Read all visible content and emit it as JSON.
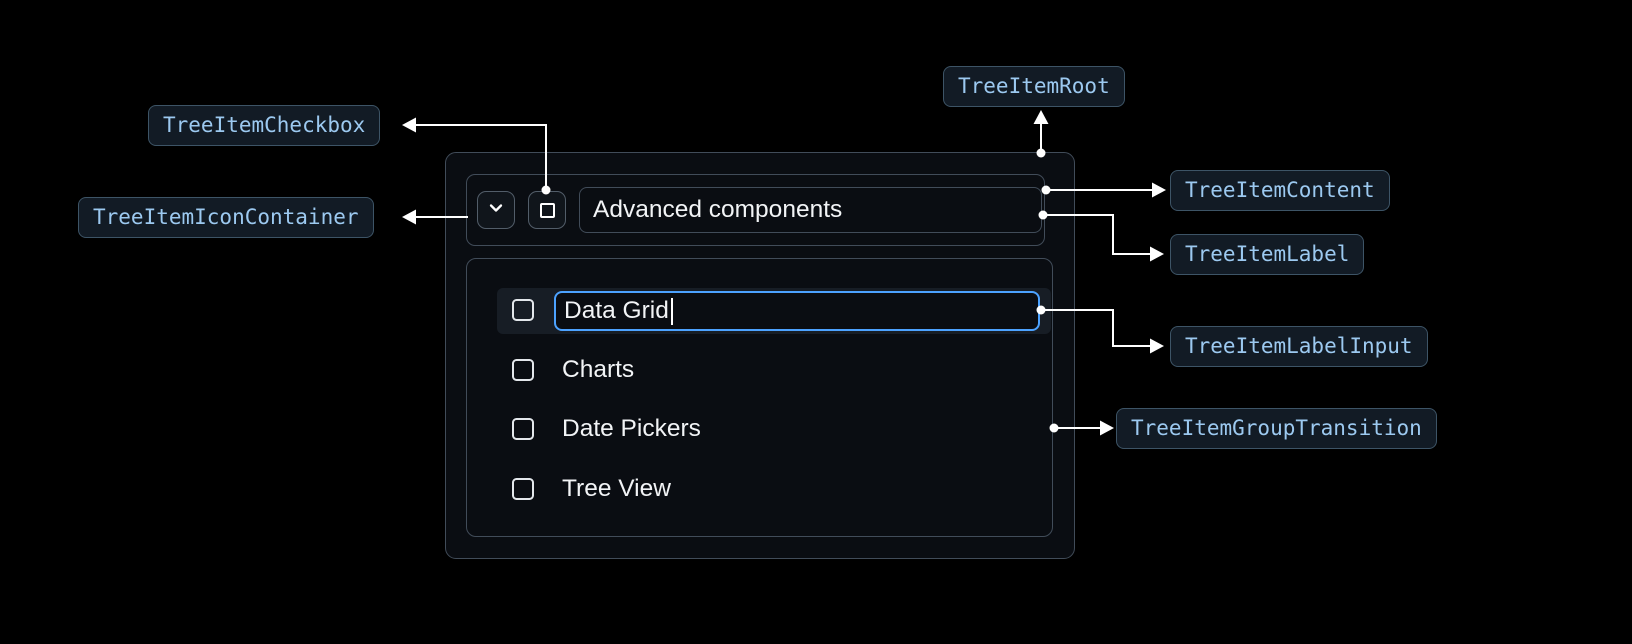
{
  "colors": {
    "background": "#000000",
    "badge-bg": "#121B25",
    "badge-border": "#3D5466",
    "badge-text": "#9CC9F0",
    "connector": "#FFFFFF",
    "panel-bg": "#0A0D12",
    "panel-border": "#414C59",
    "control-border": "#525D69",
    "row-highlight": "#171D25",
    "input-accent": "#4CA2FF",
    "text": "#F2F4F6"
  },
  "annotations": {
    "checkbox": "TreeItemCheckbox",
    "icon_container": "TreeItemIconContainer",
    "root": "TreeItemRoot",
    "content": "TreeItemContent",
    "label": "TreeItemLabel",
    "label_input": "TreeItemLabelInput",
    "group_transition": "TreeItemGroupTransition"
  },
  "tree": {
    "parent_label": "Advanced components",
    "editing_value": "Data Grid",
    "items": [
      "Charts",
      "Date Pickers",
      "Tree View"
    ]
  }
}
